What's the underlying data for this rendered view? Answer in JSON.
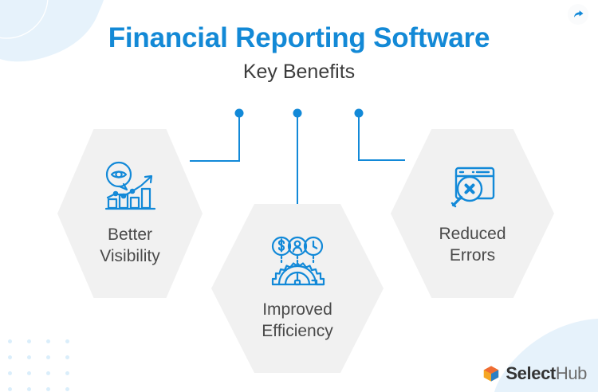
{
  "header": {
    "title": "Financial Reporting Software",
    "subtitle": "Key Benefits"
  },
  "share": {
    "icon": "share-icon",
    "label": "Share"
  },
  "colors": {
    "accent_blue": "#1389d6",
    "icon_blue": "#1289d8",
    "hex_fill": "#f1f1f1",
    "title_blue": "#1389d6",
    "subtitle_gray": "#3c3c3c",
    "label_gray": "#4a4a4a",
    "bg_blob": "#e6f2fb",
    "dot_grid": "#daeefb",
    "logo_orange": "#f5a623",
    "logo_red": "#ef6c33",
    "logo_blue": "#2b7fc4"
  },
  "benefits": [
    {
      "id": "better-visibility",
      "label": "Better\nVisibility",
      "icon": "eye-chart-growth-icon"
    },
    {
      "id": "improved-efficiency",
      "label": "Improved\nEfficiency",
      "icon": "gauge-gear-metrics-icon"
    },
    {
      "id": "reduced-errors",
      "label": "Reduced\nErrors",
      "icon": "browser-magnifier-error-icon"
    }
  ],
  "logo": {
    "brand_bold": "Select",
    "brand_light": "Hub",
    "mark": "selecthub-cube-icon"
  }
}
